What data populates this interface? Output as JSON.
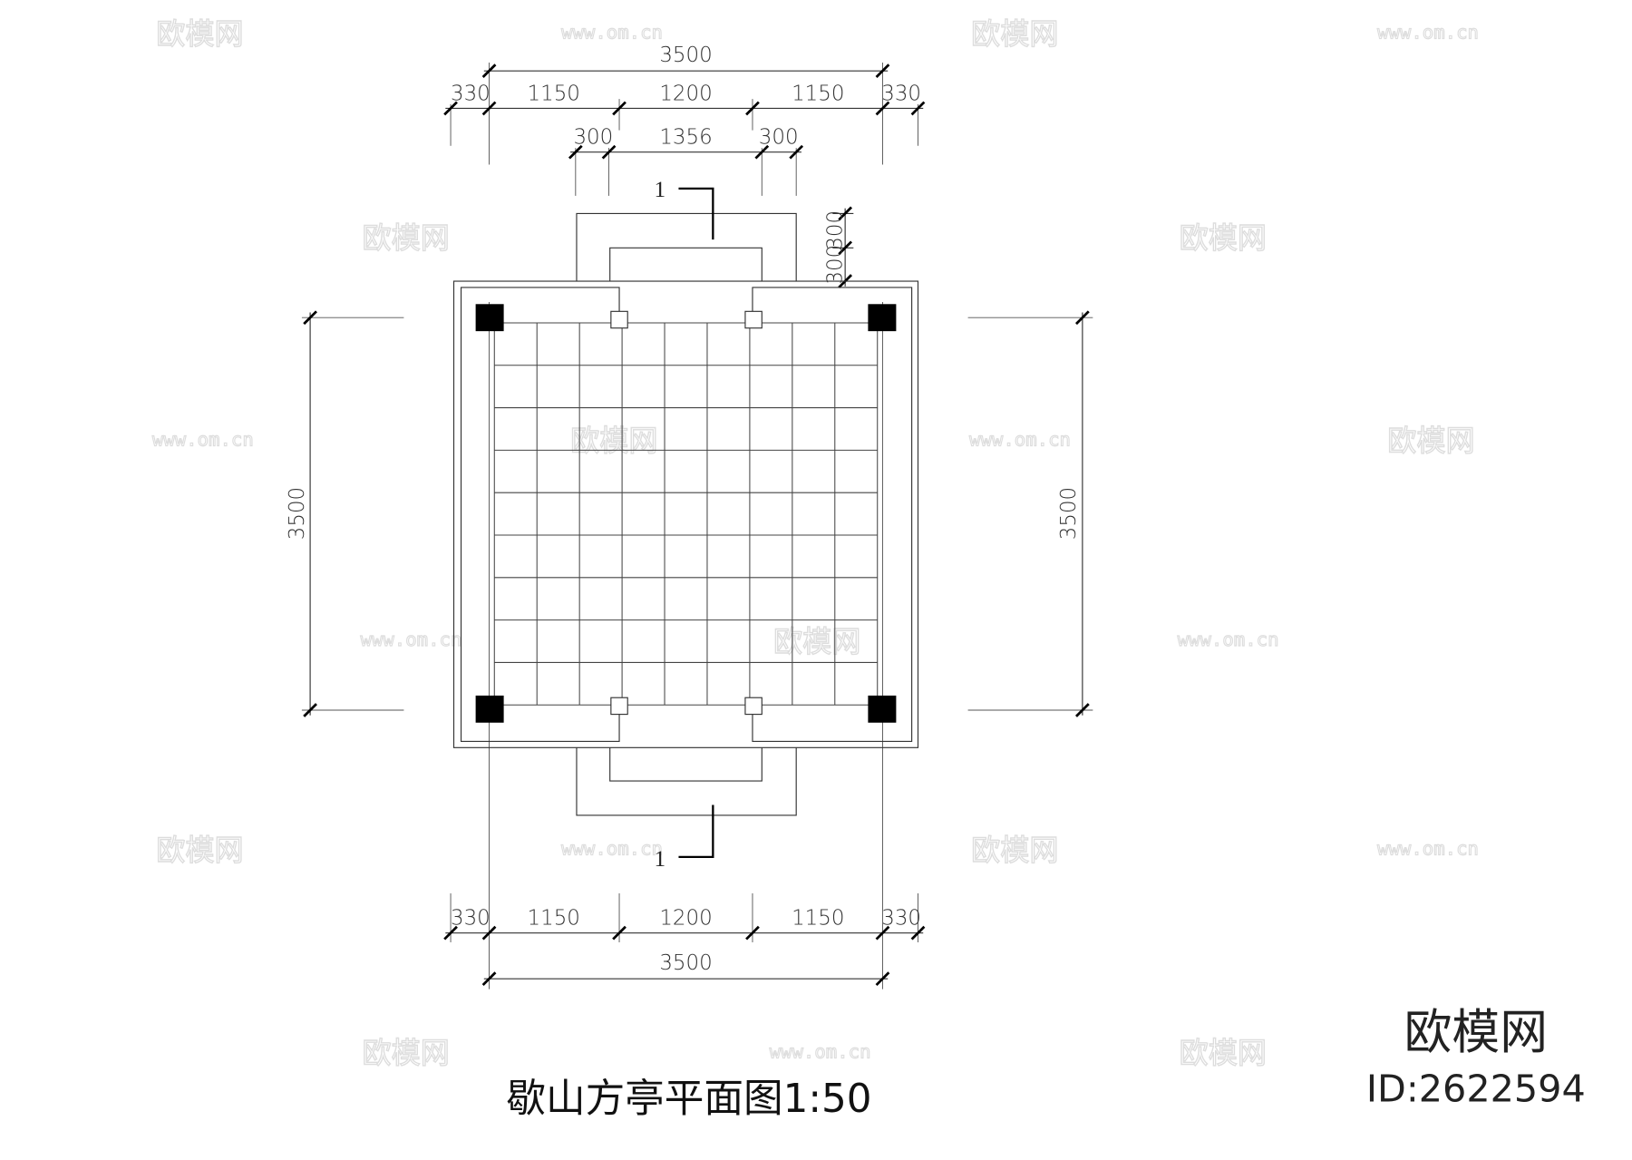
{
  "title": "歇山方亭平面图1:50",
  "section_marks": [
    "1",
    "1"
  ],
  "dimensions": {
    "top_total": "3500",
    "top_chain": [
      "330",
      "1150",
      "1200",
      "1150",
      "330"
    ],
    "top_steps": [
      "300",
      "1356",
      "300"
    ],
    "right_steps": [
      "300",
      "300"
    ],
    "left_total": "3500",
    "right_total": "3500",
    "bottom_chain": [
      "330",
      "1150",
      "1200",
      "1150",
      "330"
    ],
    "bottom_total": "3500"
  },
  "watermark": {
    "logo": "欧模网",
    "id": "ID:2622594",
    "tile_logo": "欧模网",
    "tile_url": "www.om.cn"
  },
  "colors": {
    "line": "#333333",
    "column": "#000000",
    "watermark": "#dddddd"
  }
}
